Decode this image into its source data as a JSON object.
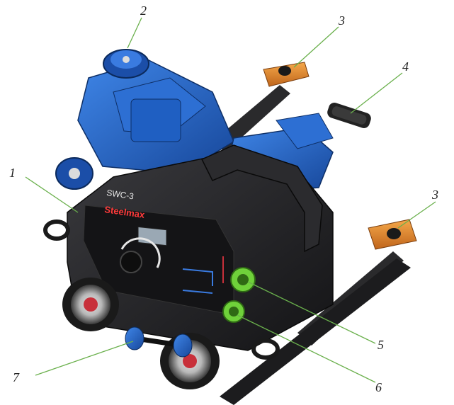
{
  "callouts": [
    {
      "id": "1",
      "label": "1"
    },
    {
      "id": "2",
      "label": "2"
    },
    {
      "id": "3a",
      "label": "3"
    },
    {
      "id": "3b",
      "label": "3"
    },
    {
      "id": "4",
      "label": "4"
    },
    {
      "id": "5",
      "label": "5"
    },
    {
      "id": "6",
      "label": "6"
    },
    {
      "id": "7",
      "label": "7"
    }
  ],
  "device": {
    "brand_text": "Steelmax",
    "model_text": "SWC-3"
  },
  "colors": {
    "body": "#1e1e20",
    "blue": "#1f5fc2",
    "orange": "#e0892a",
    "green": "#6fd13a",
    "red": "#c8303a",
    "leader": "#6ab04c"
  }
}
